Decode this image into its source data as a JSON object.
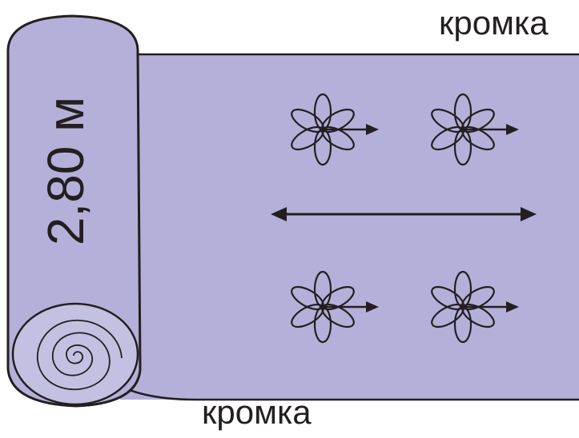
{
  "labels": {
    "edge_top": "кромка",
    "edge_bottom": "кромка",
    "roll_width": "2,80 м"
  },
  "colors": {
    "fabric": "#b4b0d9",
    "outline": "#231f20",
    "roll_end": "#c3c0e2"
  },
  "icons": {
    "pattern_motif": "flower-with-arrow-icon",
    "direction_arrow": "double-headed-arrow"
  }
}
